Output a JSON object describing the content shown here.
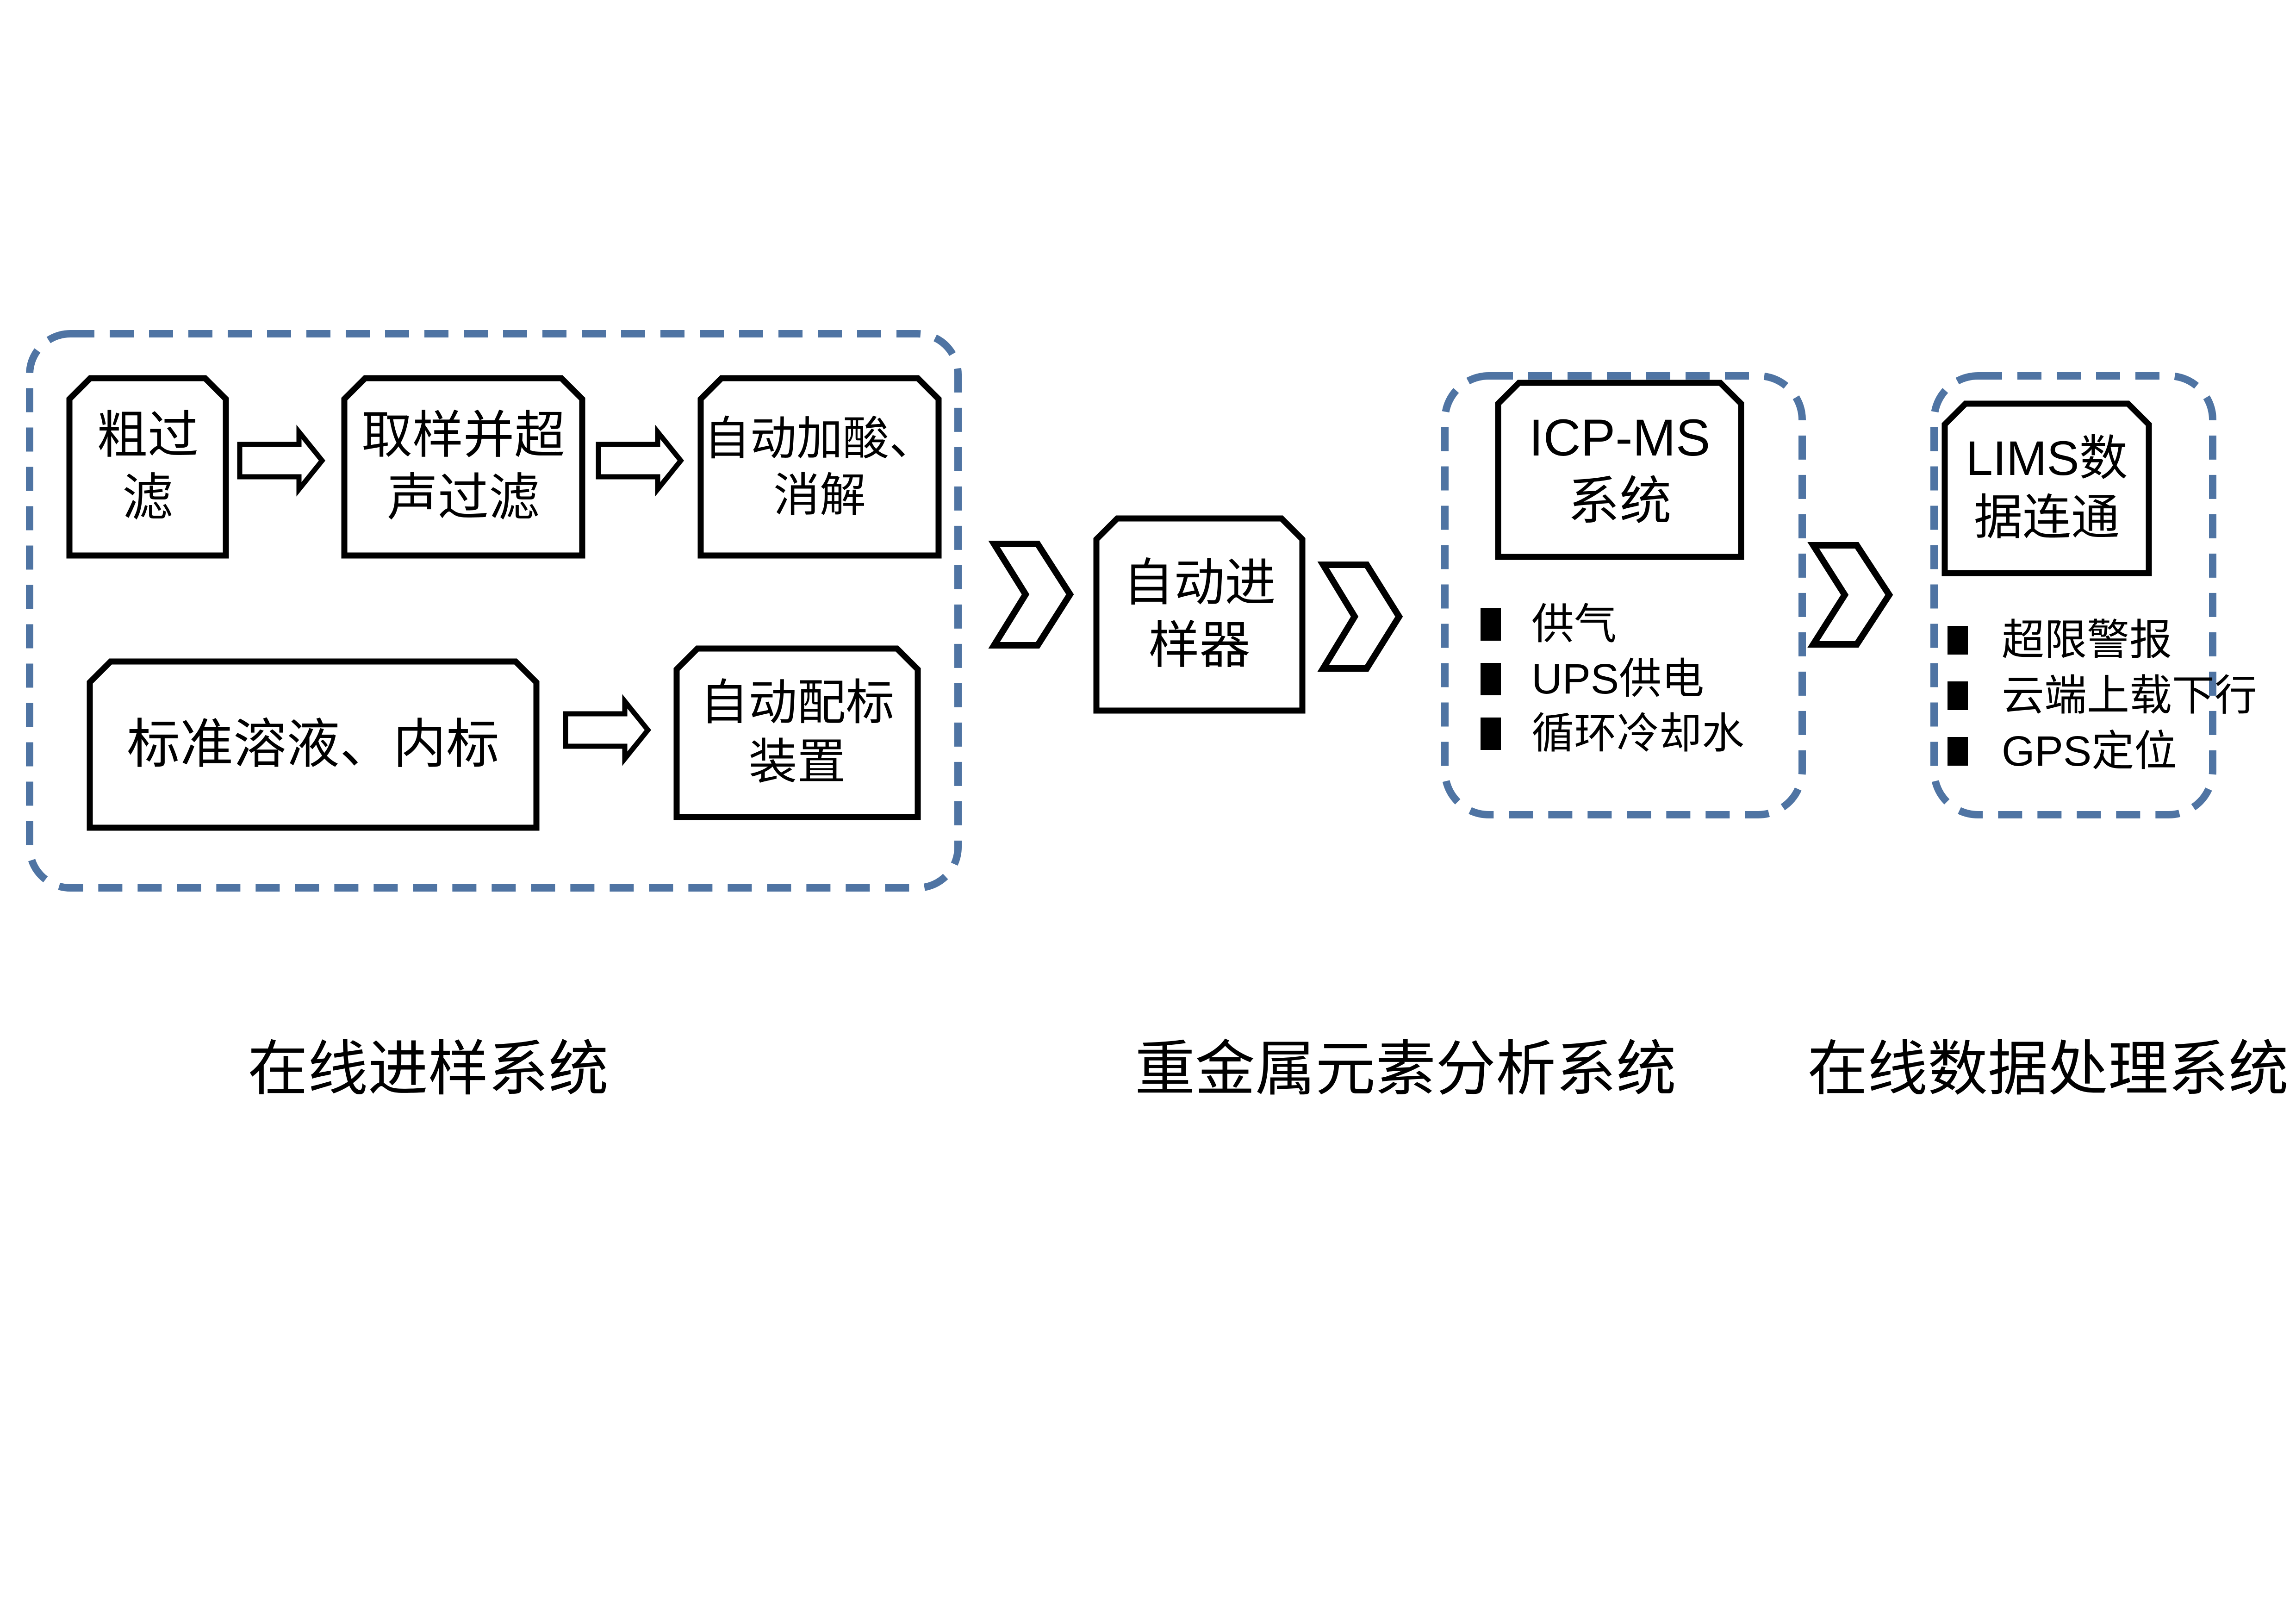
{
  "page": {
    "background": "#ffffff"
  },
  "colors": {
    "container_dash": "#4f74a3",
    "shape_border": "#000000",
    "shape_fill": "#ffffff",
    "text": "#000000"
  },
  "flow": {
    "sampling": {
      "label": "在线进样系统",
      "boxes": {
        "coarse": "粗过\n滤",
        "ultrasonic": "取样并超\n声过滤",
        "acid": "自动加酸、\n消解",
        "standard": "标准溶液、内标",
        "autostd": "自动配标\n装置"
      }
    },
    "autosampler": {
      "label": "自动进\n样器"
    },
    "analysis": {
      "label": "重金属元素分析系统",
      "title": "ICP-MS\n系统",
      "bullets": [
        "供气",
        "UPS供电",
        "循环冷却水"
      ]
    },
    "processing": {
      "label": "在线数据处理系统",
      "title": "LIMS数\n据连通",
      "bullets": [
        "超限警报",
        "云端上载下行",
        "GPS定位"
      ]
    }
  }
}
